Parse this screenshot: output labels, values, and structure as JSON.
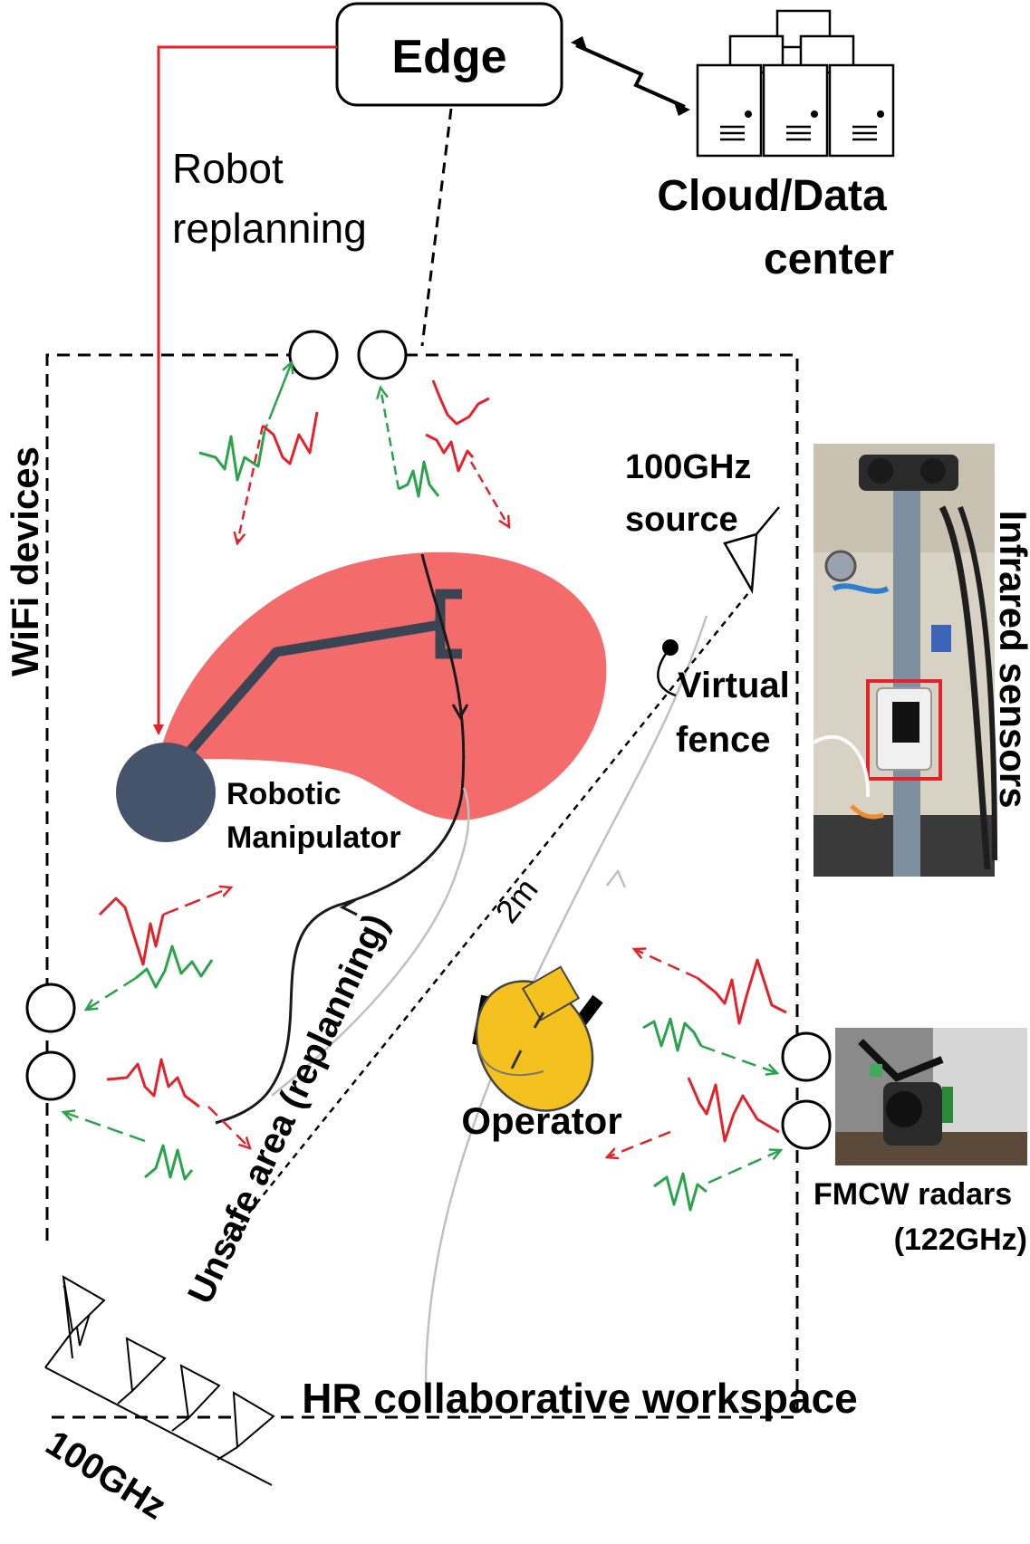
{
  "labels": {
    "edge": "Edge",
    "cloud_line1": "Cloud/Data",
    "cloud_line2": "center",
    "robot_replanning_line1": "Robot",
    "robot_replanning_line2": "replanning",
    "wifi_devices": "WiFi devices",
    "source_line1": "100GHz",
    "source_line2": "source",
    "infrared_sensors": "Infrared sensors",
    "virtual_line1": "Virtual",
    "virtual_line2": "fence",
    "robotic_line1": "Robotic",
    "robotic_line2": "Manipulator",
    "distance": "2m",
    "unsafe_area": "Unsafe area (replanning)",
    "operator": "Operator",
    "fmcw_line1": "FMCW radars",
    "fmcw_line2": "(122GHz)",
    "workspace": "HR collaborative workspace",
    "array_100ghz": "100GHz"
  },
  "colors": {
    "control_path": "#e3222a",
    "wifi_uplink": "#2aa34a",
    "unsafe_zone": "#f36b6b",
    "manipulator_base": "#45536b",
    "operator": "#f5c11e"
  }
}
